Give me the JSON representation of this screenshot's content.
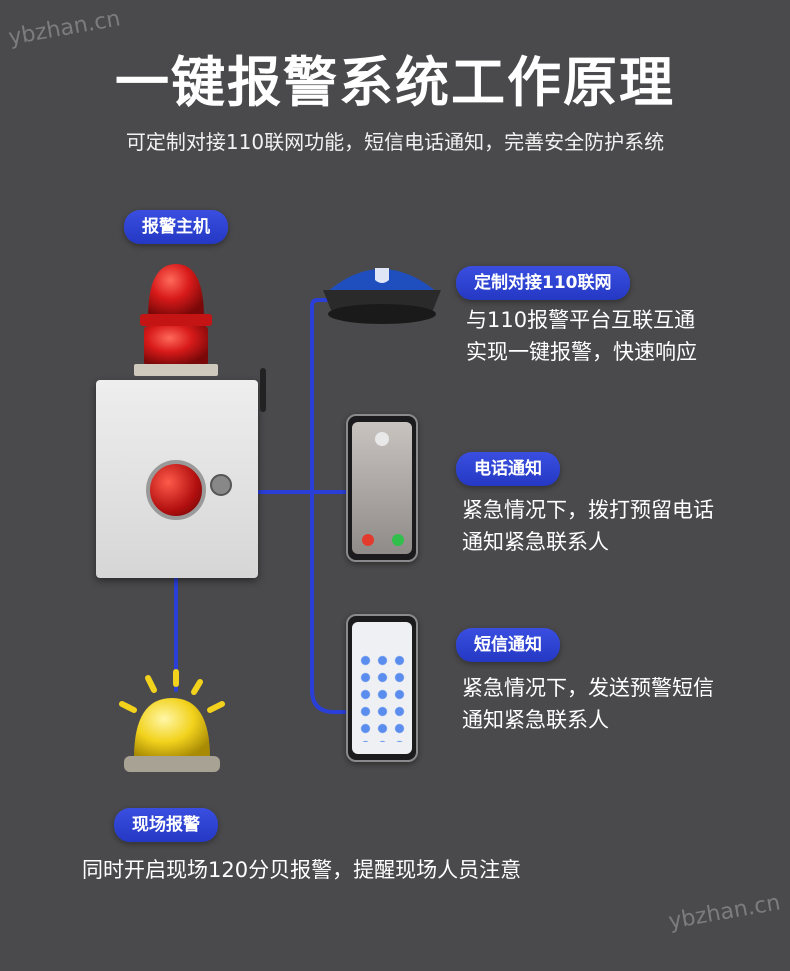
{
  "watermark": "ybzhan.cn",
  "title": "一键报警系统工作原理",
  "subtitle": "可定制对接110联网功能，短信电话通知，完善安全防护系统",
  "host": {
    "label": "报警主机"
  },
  "police": {
    "label": "定制对接110联网",
    "lines": [
      "与110报警平台互联互通",
      "实现一键报警，快速响应"
    ]
  },
  "call": {
    "label": "电话通知",
    "lines": [
      "紧急情况下，拨打预留电话",
      "通知紧急联系人"
    ]
  },
  "sms": {
    "label": "短信通知",
    "lines": [
      "紧急情况下，发送预警短信",
      "通知紧急联系人"
    ]
  },
  "onsite": {
    "label": "现场报警",
    "line": "同时开启现场120分贝报警，提醒现场人员注意"
  },
  "colors": {
    "background": "#4a4a4c",
    "pill": "#2f43d6",
    "wire": "#2a3fd8",
    "beacon_red": "#d81a1a",
    "beacon_yellow": "#f2d21c"
  }
}
